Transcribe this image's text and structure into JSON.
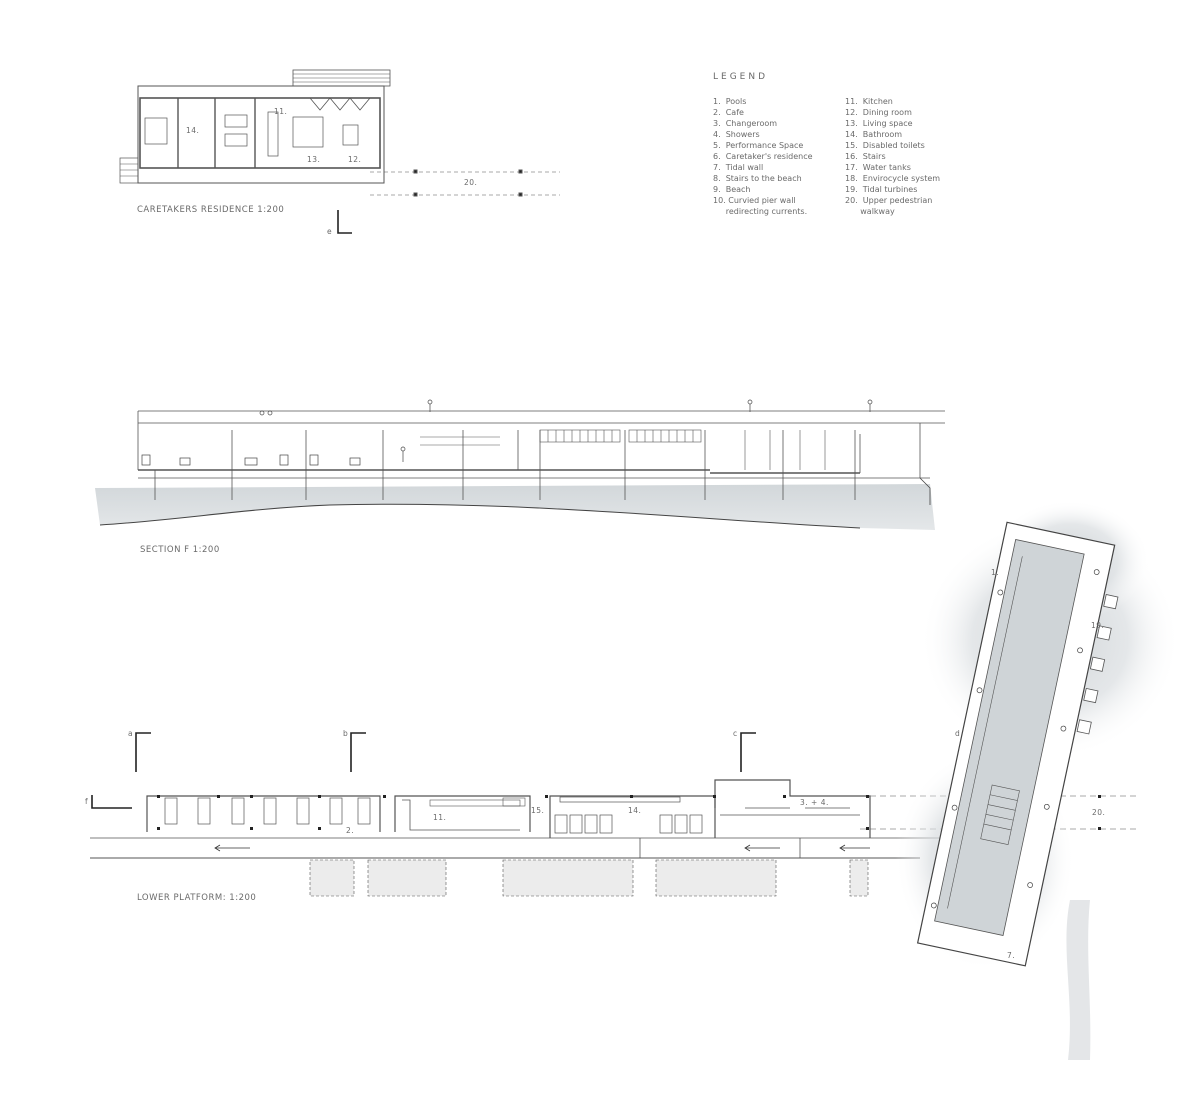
{
  "drawings": {
    "caretakers_title": "CARETAKERS RESIDENCE 1:200",
    "section_title": "SECTION F 1:200",
    "lower_title": "LOWER PLATFORM: 1:200"
  },
  "legend": {
    "title": "LEGEND",
    "col1": [
      "1.  Pools",
      "2.  Cafe",
      "3.  Changeroom",
      "4.  Showers",
      "5.  Performance Space",
      "6.  Caretaker's residence",
      "7.  Tidal wall",
      "8.  Stairs to the beach",
      "9.  Beach",
      "10. Curvied pier wall",
      "     redirecting currents."
    ],
    "col2": [
      "11.  Kitchen",
      "12.  Dining room",
      "13.  Living space",
      "14.  Bathroom",
      "15.  Disabled toilets",
      "16.  Stairs",
      "17.  Water tanks",
      "18.  Envirocycle system",
      "19.  Tidal turbines",
      "20.  Upper pedestrian",
      "      walkway"
    ]
  },
  "tags": {
    "res_11": "11.",
    "res_12": "12.",
    "res_13": "13.",
    "res_14": "14.",
    "res_20": "20.",
    "sec_e": "e",
    "lp_a": "a",
    "lp_b": "b",
    "lp_c": "c",
    "lp_d": "d",
    "lp_f": "f",
    "lp_2": "2.",
    "lp_11": "11.",
    "lp_15": "15.",
    "lp_14": "14.",
    "lp_34": "3. + 4.",
    "lp_1": "1.",
    "lp_19": "19.",
    "lp_20": "20.",
    "lp_7": "7."
  },
  "colors": {
    "line": "#555555",
    "water": "#cdd3d6",
    "accent": "#222222"
  }
}
